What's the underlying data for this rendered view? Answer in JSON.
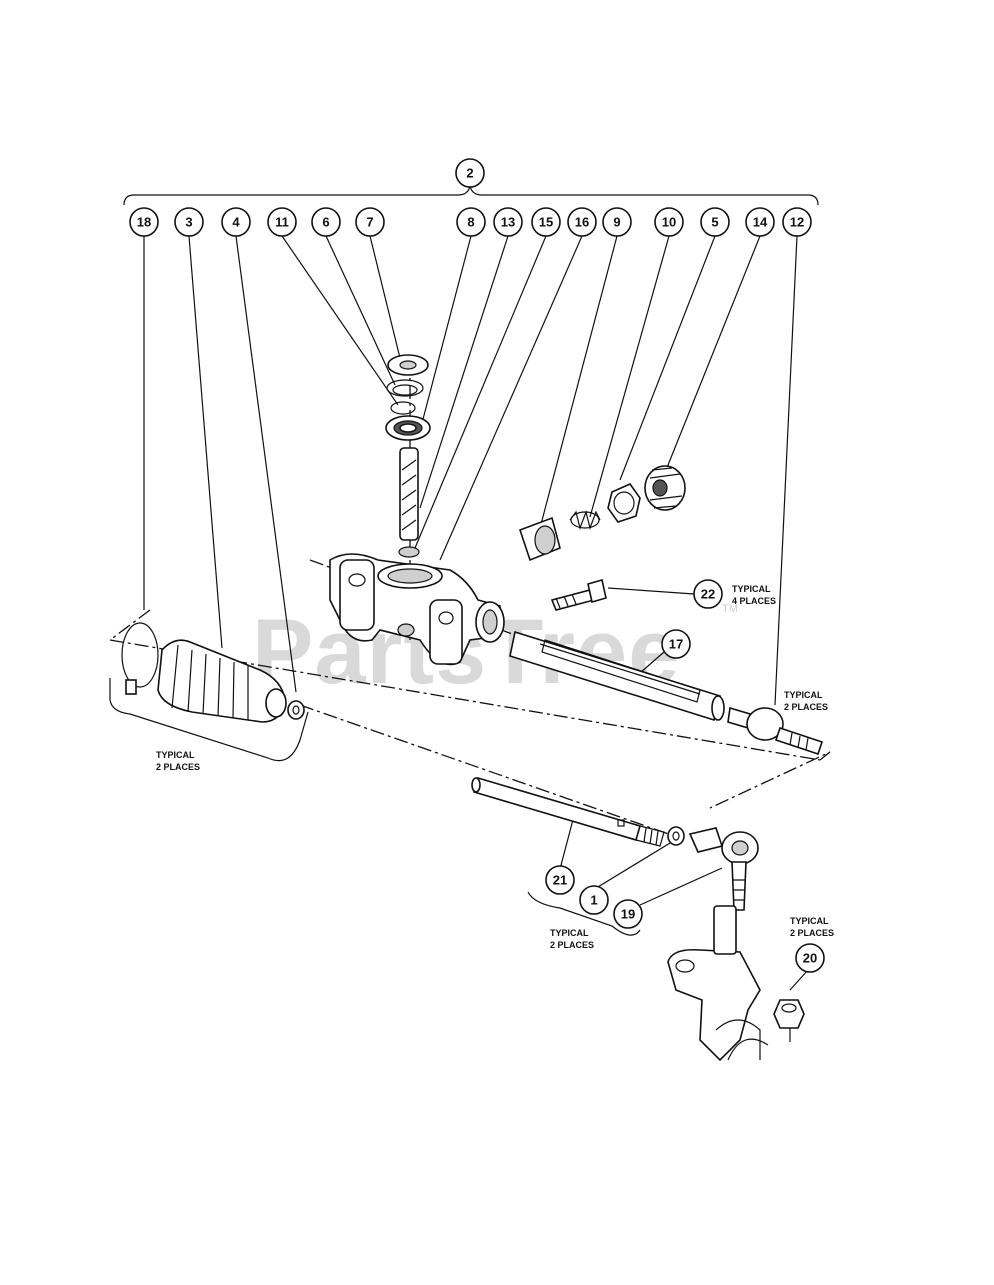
{
  "watermark": {
    "brand": "PartsTree",
    "trademark": "TM"
  },
  "callouts": {
    "c18": "18",
    "c3": "3",
    "c4": "4",
    "c11": "11",
    "c6": "6",
    "c7": "7",
    "c8": "8",
    "c13": "13",
    "c15": "15",
    "c16": "16",
    "c9": "9",
    "c10": "10",
    "c5": "5",
    "c14": "14",
    "c12": "12",
    "c2": "2",
    "c22": "22",
    "c17": "17",
    "c21": "21",
    "c1": "1",
    "c19": "19",
    "c20": "20"
  },
  "notes": {
    "typical": "TYPICAL",
    "two_places": "2 PLACES",
    "four_places": "4 PLACES"
  }
}
